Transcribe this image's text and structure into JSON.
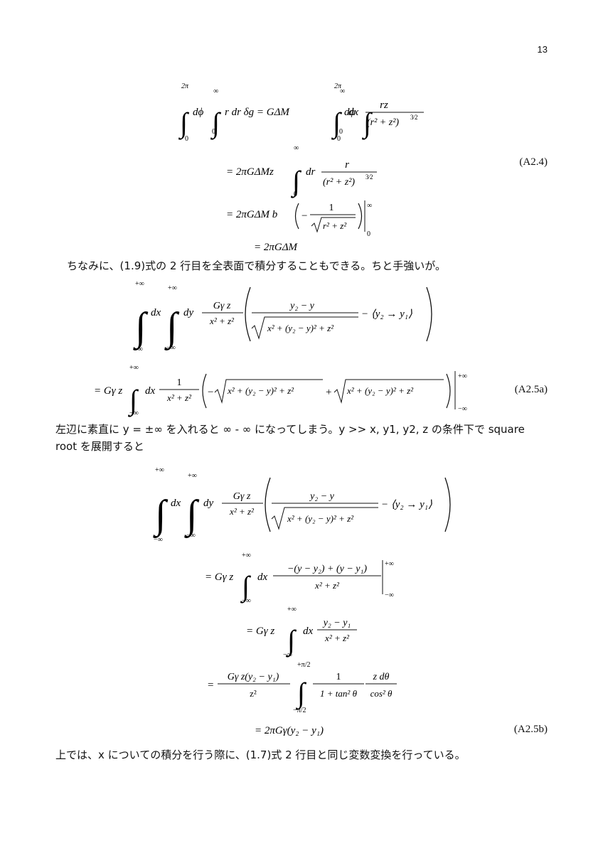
{
  "page_number": "13",
  "eq_a24": {
    "tag": "(A2.4)",
    "lim_2pi": "2π",
    "lim_inf": "∞",
    "lim_0": "0",
    "l1_lhs_dphi": "dϕ",
    "l1_lhs_rest": "r dr δg = GΔM",
    "l1_dphi": "dϕ",
    "l1_dx": "dx",
    "l1_num": "rz",
    "l1_den": "(r² + z²)",
    "pow32": "3⁄2",
    "l2_lead": "= 2πGΔMz",
    "l2_dr": "dr",
    "l2_num": "r",
    "l2_den": "(r² + z²)",
    "l3_lead": "= 2πGΔM b",
    "l3_num": "1",
    "l3_den": "r² + z²",
    "l4": "= 2πGΔM"
  },
  "para1": "ちなみに、(1.9)式の 2 行目を全表面で積分することもできる。ちと手強いが。",
  "eq_a25a": {
    "tag": "(A2.5a)",
    "lim_p": "+∞",
    "lim_m": "−∞",
    "dx": "dx",
    "dy": "dy",
    "pref_num": "Gγ z",
    "pref_den": "x² + z²",
    "frac_num": "y₂ − y",
    "rad": "x² + (y₂ − y)² + z²",
    "swap": "− ⟨y₂ → y₁⟩",
    "l2_lead": "= Gγ z",
    "l2_dx": "dx",
    "one": "1",
    "rad2a": "x² + (y₂ − y)² + z²",
    "rad2b": "x² + (y₂ − y)² + z²",
    "minus": "−",
    "plus": "+"
  },
  "para2_line1": "左辺に素直に y = ±∞ を入れると ∞ - ∞ になってしまう。y >> x, y1, y2, z の条件下で square",
  "para2_line2": "root を展開すると",
  "eq_a25b": {
    "tag": "(A2.5b)",
    "lim_p": "+∞",
    "lim_m": "−∞",
    "dx": "dx",
    "dy": "dy",
    "pref_num": "Gγ z",
    "pref_den": "x² + z²",
    "frac_num": "y₂ − y",
    "rad": "x² + (y₂ − y)² + z²",
    "swap": "− ⟨y₂ → y₁⟩",
    "l2_lead": "= Gγ z",
    "l2_dx": "dx",
    "l2_num": "−(y − y₂) + (y − y₁)",
    "l2_den": "x² + z²",
    "l3_lead": "= Gγ z",
    "l3_dx": "dx",
    "l3_num": "y₂ − y₁",
    "l3_den": "x² + z²",
    "l4_eq": "=",
    "l4_num": "Gγ z(y₂ − y₁)",
    "l4_den": "z²",
    "lim_pp": "+π/2",
    "lim_mp": "−π/2",
    "l4_one": "1",
    "l4_den2": "1 + tan² θ",
    "l4_num3": "z dθ",
    "l4_den3": "cos² θ",
    "l5": "= 2πGγ(y₂ − y₁)"
  },
  "para3": "上では、x についての積分を行う際に、(1.7)式 2 行目と同じ変数変換を行っている。"
}
